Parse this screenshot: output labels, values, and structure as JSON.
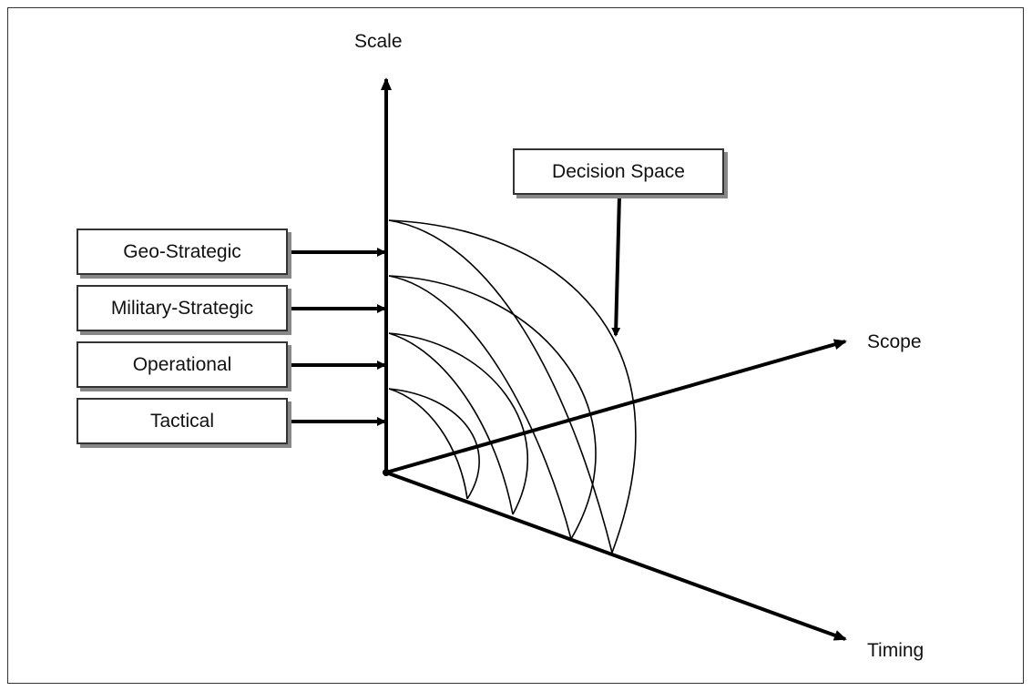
{
  "axes": {
    "vertical": "Scale",
    "depth": "Scope",
    "horizontal": "Timing"
  },
  "levels": [
    "Geo-Strategic",
    "Military-Strategic",
    "Operational",
    "Tactical"
  ],
  "callout": "Decision Space"
}
